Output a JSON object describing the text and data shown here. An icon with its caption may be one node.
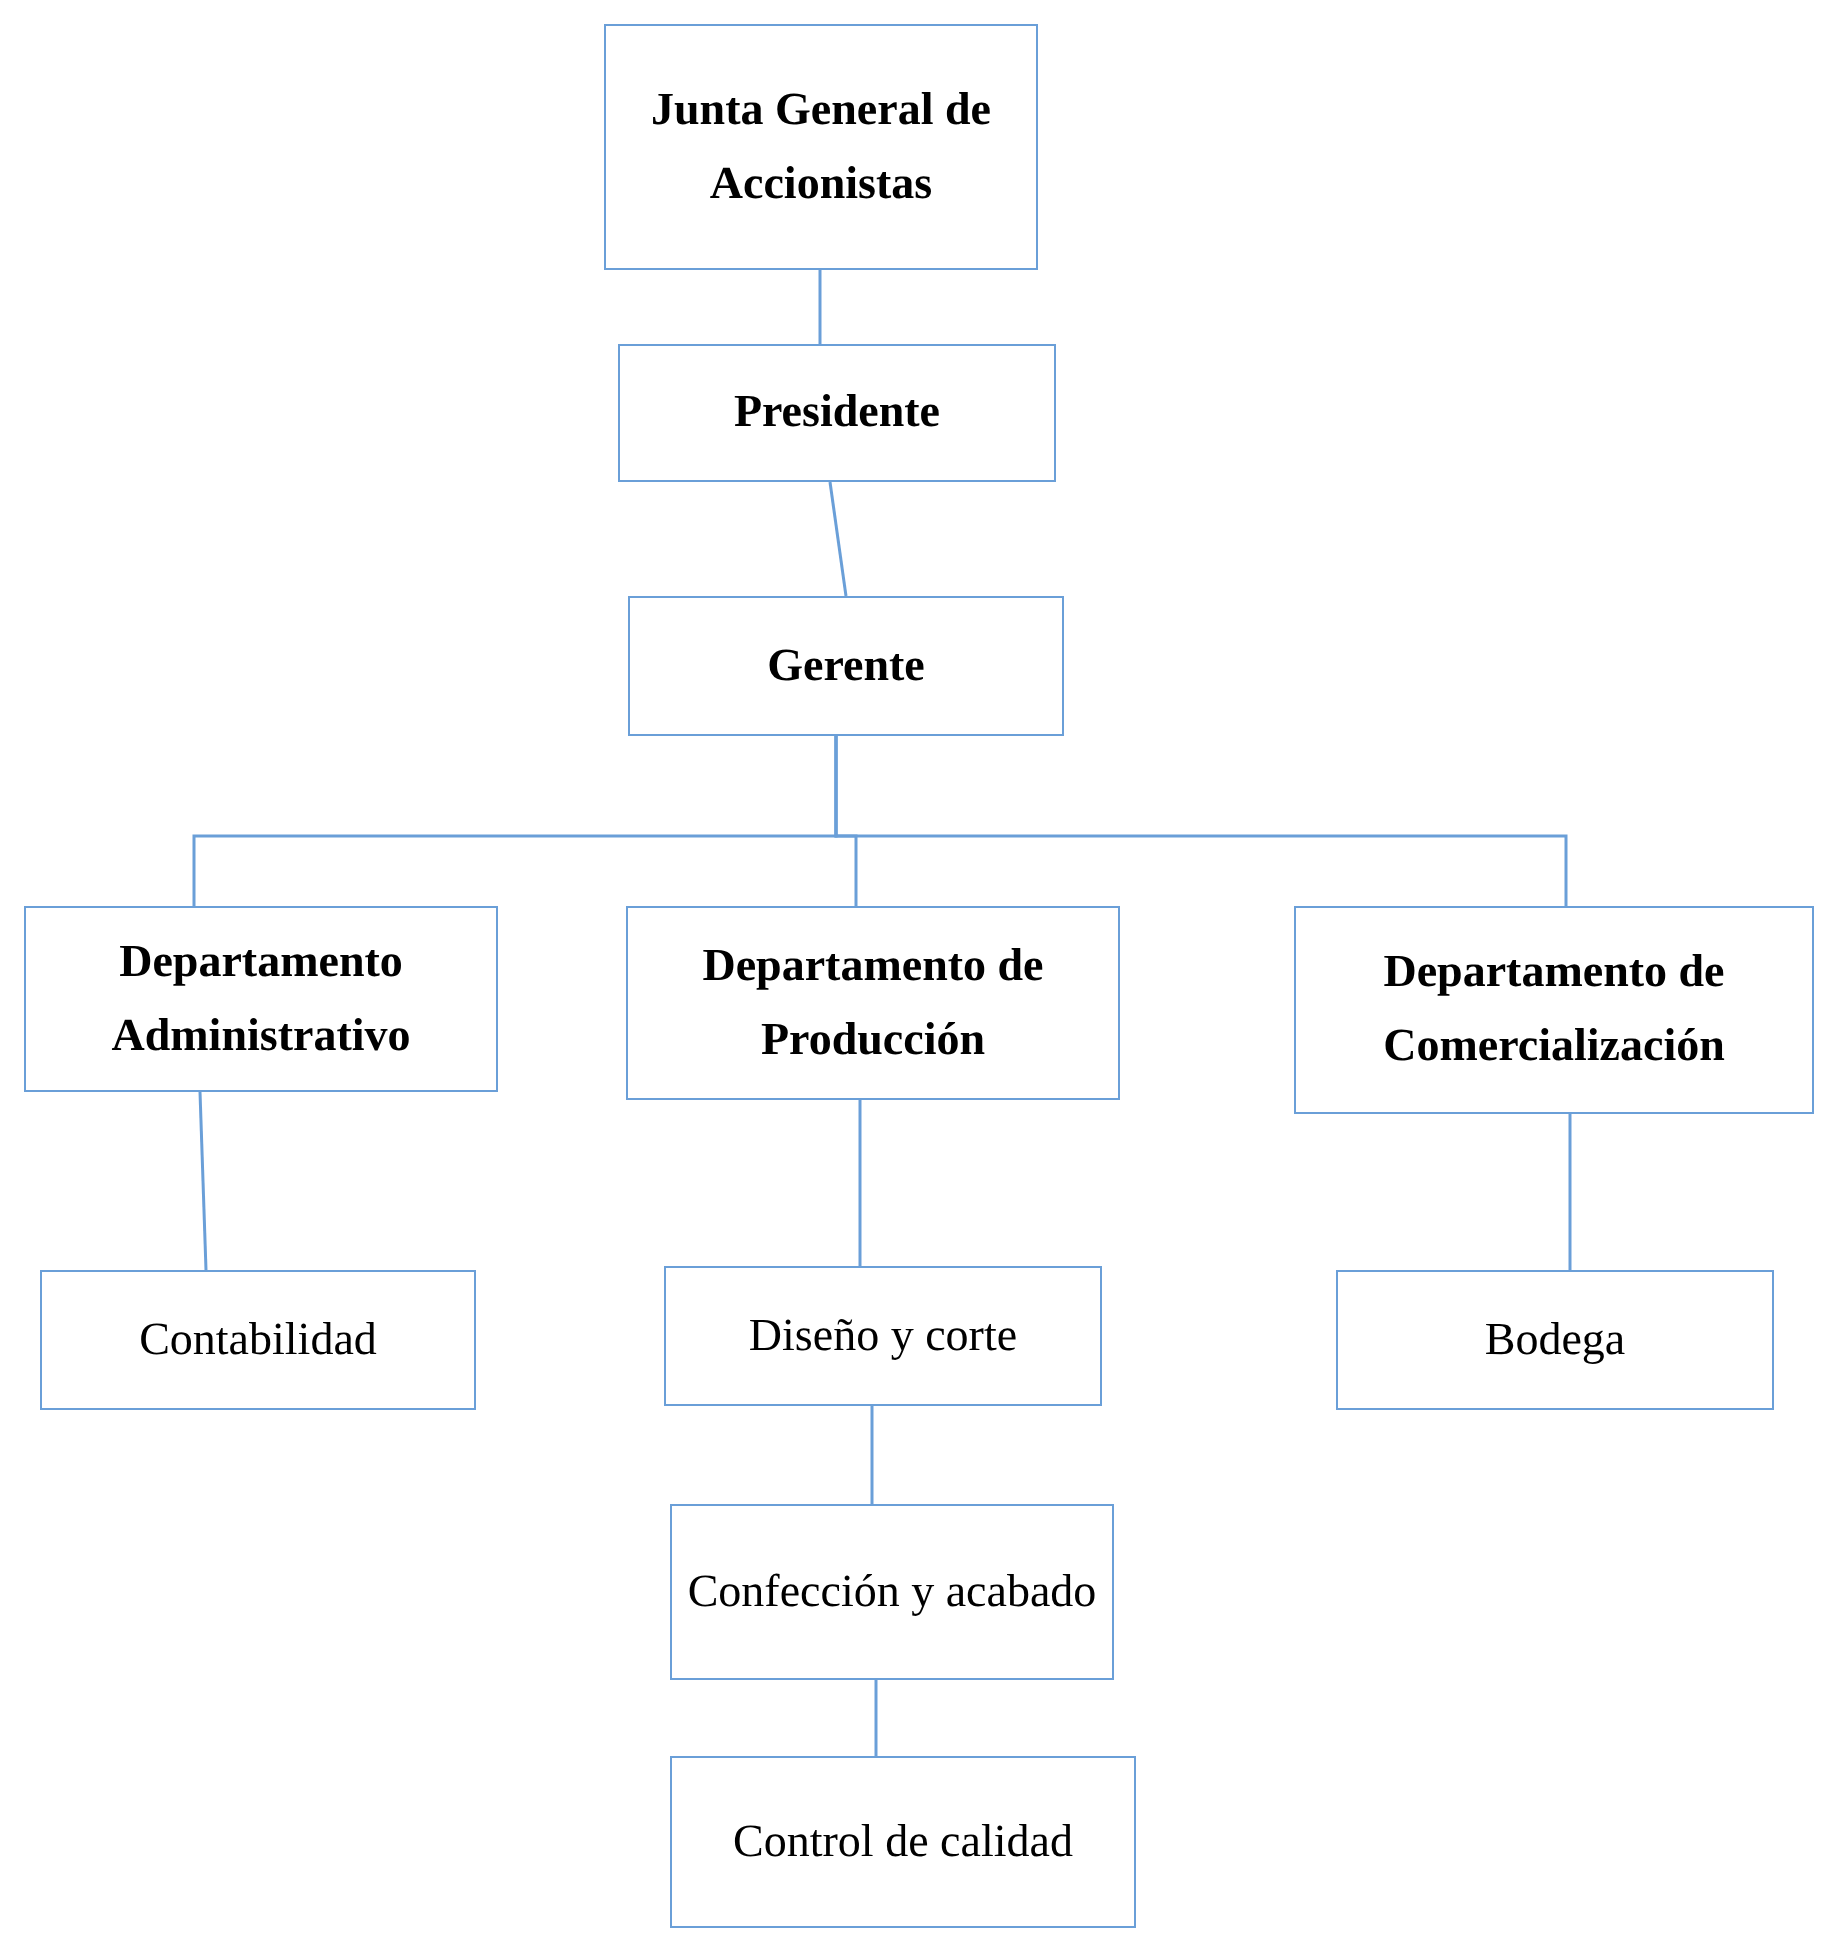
{
  "diagram": {
    "nodes": [
      {
        "text": [
          "Junta General de Accionistas"
        ]
      },
      {
        "text": [
          "Presidente"
        ]
      },
      {
        "text": [
          "Gerente"
        ]
      },
      {
        "text": [
          "Departamento Administrativo"
        ]
      },
      {
        "text": [
          "Departamento de Producción"
        ]
      },
      {
        "text": [
          "Departamento de Comercialización"
        ]
      },
      {
        "text": [
          "Contabilidad"
        ]
      },
      {
        "text": [
          "Diseño y corte"
        ]
      },
      {
        "text": [
          "Bodega"
        ]
      },
      {
        "text": [
          "Confección y acabado"
        ]
      },
      {
        "text": [
          "Control de calidad"
        ]
      }
    ],
    "edges": [
      {
        "from": 0,
        "to": 1,
        "arrow": "none"
      },
      {
        "from": 1,
        "to": 2,
        "arrow": "none"
      },
      {
        "from": 2,
        "to": 3,
        "arrow": "none"
      },
      {
        "from": 2,
        "to": 4,
        "arrow": "none"
      },
      {
        "from": 2,
        "to": 5,
        "arrow": "none"
      },
      {
        "from": 3,
        "to": 6,
        "arrow": "none"
      },
      {
        "from": 4,
        "to": 7,
        "arrow": "none"
      },
      {
        "from": 5,
        "to": 8,
        "arrow": "none"
      },
      {
        "from": 7,
        "to": 9,
        "arrow": "none"
      },
      {
        "from": 9,
        "to": 10,
        "arrow": "none"
      }
    ]
  }
}
